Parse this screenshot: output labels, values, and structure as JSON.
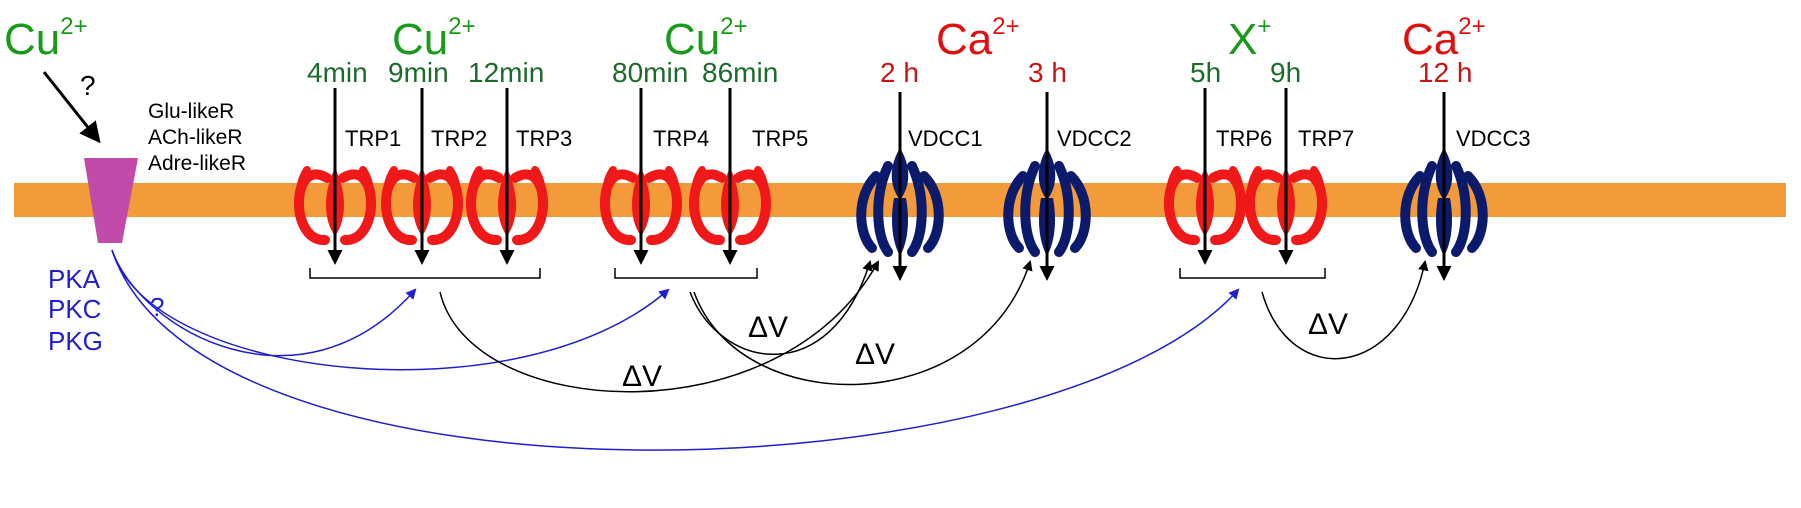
{
  "colors": {
    "membrane": "#f39a3a",
    "trp": "#f01818",
    "vdcc": "#0b1a6b",
    "receptor": "#c24aa8",
    "copper": "#1a9a1a",
    "copper_time": "#1d6b2a",
    "calcium": "#e01010",
    "kinase": "#1f1fd0"
  },
  "ions": {
    "cu_receptor": {
      "base": "Cu",
      "charge": "2+"
    },
    "cu_group1": {
      "base": "Cu",
      "charge": "2+"
    },
    "cu_group2": {
      "base": "Cu",
      "charge": "2+"
    },
    "ca_vdcc12": {
      "base": "Ca",
      "charge": "2+"
    },
    "x_group3": {
      "base": "X",
      "charge": "+"
    },
    "ca_vdcc3": {
      "base": "Ca",
      "charge": "2+"
    }
  },
  "question_marks": [
    "?",
    "?"
  ],
  "receptor_labels": [
    "Glu-likeR",
    "ACh-likeR",
    "Adre-likeR"
  ],
  "kinases": [
    "PKA",
    "PKC",
    "PKG"
  ],
  "times": {
    "trp1": "4min",
    "trp2": "9min",
    "trp3": "12min",
    "trp4": "80min",
    "trp5": "86min",
    "vdcc1": "2 h",
    "vdcc2": "3 h",
    "trp6": "5h",
    "trp7": "9h",
    "vdcc3": "12 h"
  },
  "channels": {
    "trp1": "TRP1",
    "trp2": "TRP2",
    "trp3": "TRP3",
    "trp4": "TRP4",
    "trp5": "TRP5",
    "vdcc1": "VDCC1",
    "vdcc2": "VDCC2",
    "trp6": "TRP6",
    "trp7": "TRP7",
    "vdcc3": "VDCC3"
  },
  "delta_v": [
    "ΔV",
    "ΔV",
    "ΔV",
    "ΔV"
  ]
}
